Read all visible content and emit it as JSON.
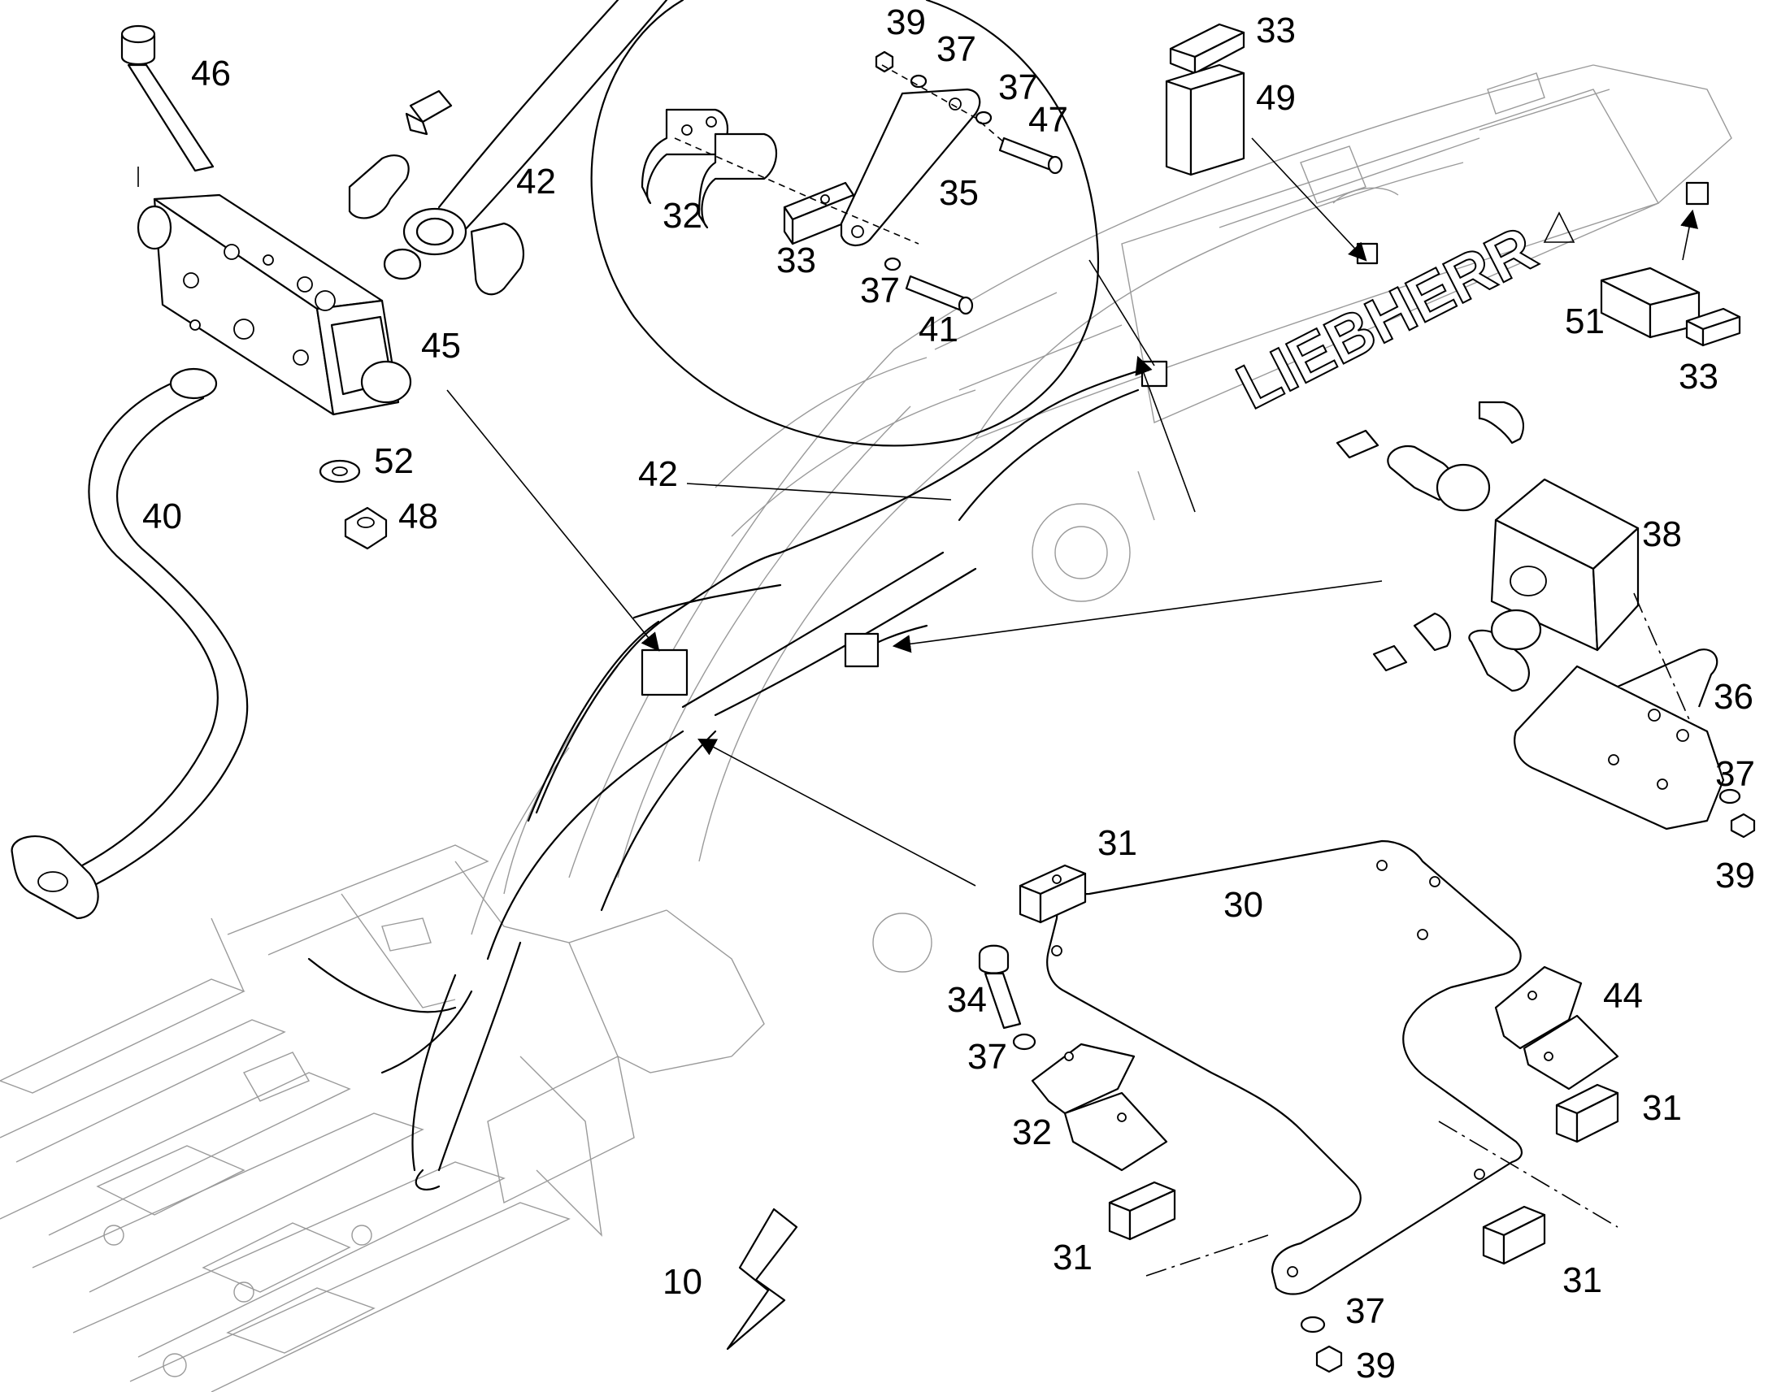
{
  "brand_logo_text": "LIEBHERR",
  "callouts": [
    {
      "id": "c46",
      "text": "46"
    },
    {
      "id": "c42a",
      "text": "42"
    },
    {
      "id": "c45",
      "text": "45"
    },
    {
      "id": "c52",
      "text": "52"
    },
    {
      "id": "c48",
      "text": "48"
    },
    {
      "id": "c40",
      "text": "40"
    },
    {
      "id": "c39a",
      "text": "39"
    },
    {
      "id": "c37a",
      "text": "37"
    },
    {
      "id": "c37b",
      "text": "37"
    },
    {
      "id": "c47",
      "text": "47"
    },
    {
      "id": "c35",
      "text": "35"
    },
    {
      "id": "c32a",
      "text": "32"
    },
    {
      "id": "c33a",
      "text": "33"
    },
    {
      "id": "c37c",
      "text": "37"
    },
    {
      "id": "c41",
      "text": "41"
    },
    {
      "id": "c33b",
      "text": "33"
    },
    {
      "id": "c49",
      "text": "49"
    },
    {
      "id": "c51",
      "text": "51"
    },
    {
      "id": "c33c",
      "text": "33"
    },
    {
      "id": "c42b",
      "text": "42"
    },
    {
      "id": "c38",
      "text": "38"
    },
    {
      "id": "c36",
      "text": "36"
    },
    {
      "id": "c37d",
      "text": "37"
    },
    {
      "id": "c39b",
      "text": "39"
    },
    {
      "id": "c31a",
      "text": "31"
    },
    {
      "id": "c30",
      "text": "30"
    },
    {
      "id": "c34",
      "text": "34"
    },
    {
      "id": "c37e",
      "text": "37"
    },
    {
      "id": "c44",
      "text": "44"
    },
    {
      "id": "c31b",
      "text": "31"
    },
    {
      "id": "c32b",
      "text": "32"
    },
    {
      "id": "c31c",
      "text": "31"
    },
    {
      "id": "c31d",
      "text": "31"
    },
    {
      "id": "c10",
      "text": "10"
    },
    {
      "id": "c37f",
      "text": "37"
    },
    {
      "id": "c39c",
      "text": "39"
    }
  ]
}
